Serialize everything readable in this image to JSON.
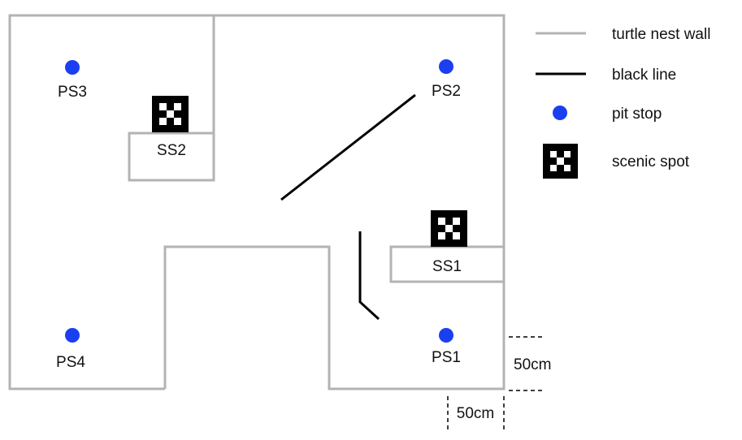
{
  "colors": {
    "wall": "#b3b3b3",
    "black_line": "#000000",
    "pit_stop": "#1b3ff0",
    "marker": "#000000",
    "text": "#111111"
  },
  "legend": {
    "wall": "turtle nest wall",
    "black_line": "black line",
    "pit_stop": "pit stop",
    "scenic_spot": "scenic spot"
  },
  "pit_stops": [
    "PS1",
    "PS2",
    "PS3",
    "PS4"
  ],
  "scenic_spots": [
    "SS1",
    "SS2"
  ],
  "scale": {
    "vertical": "50cm",
    "horizontal": "50cm"
  },
  "icons": {
    "pit_stop": "blue-dot-icon",
    "scenic_spot": "aruco-marker-icon"
  }
}
